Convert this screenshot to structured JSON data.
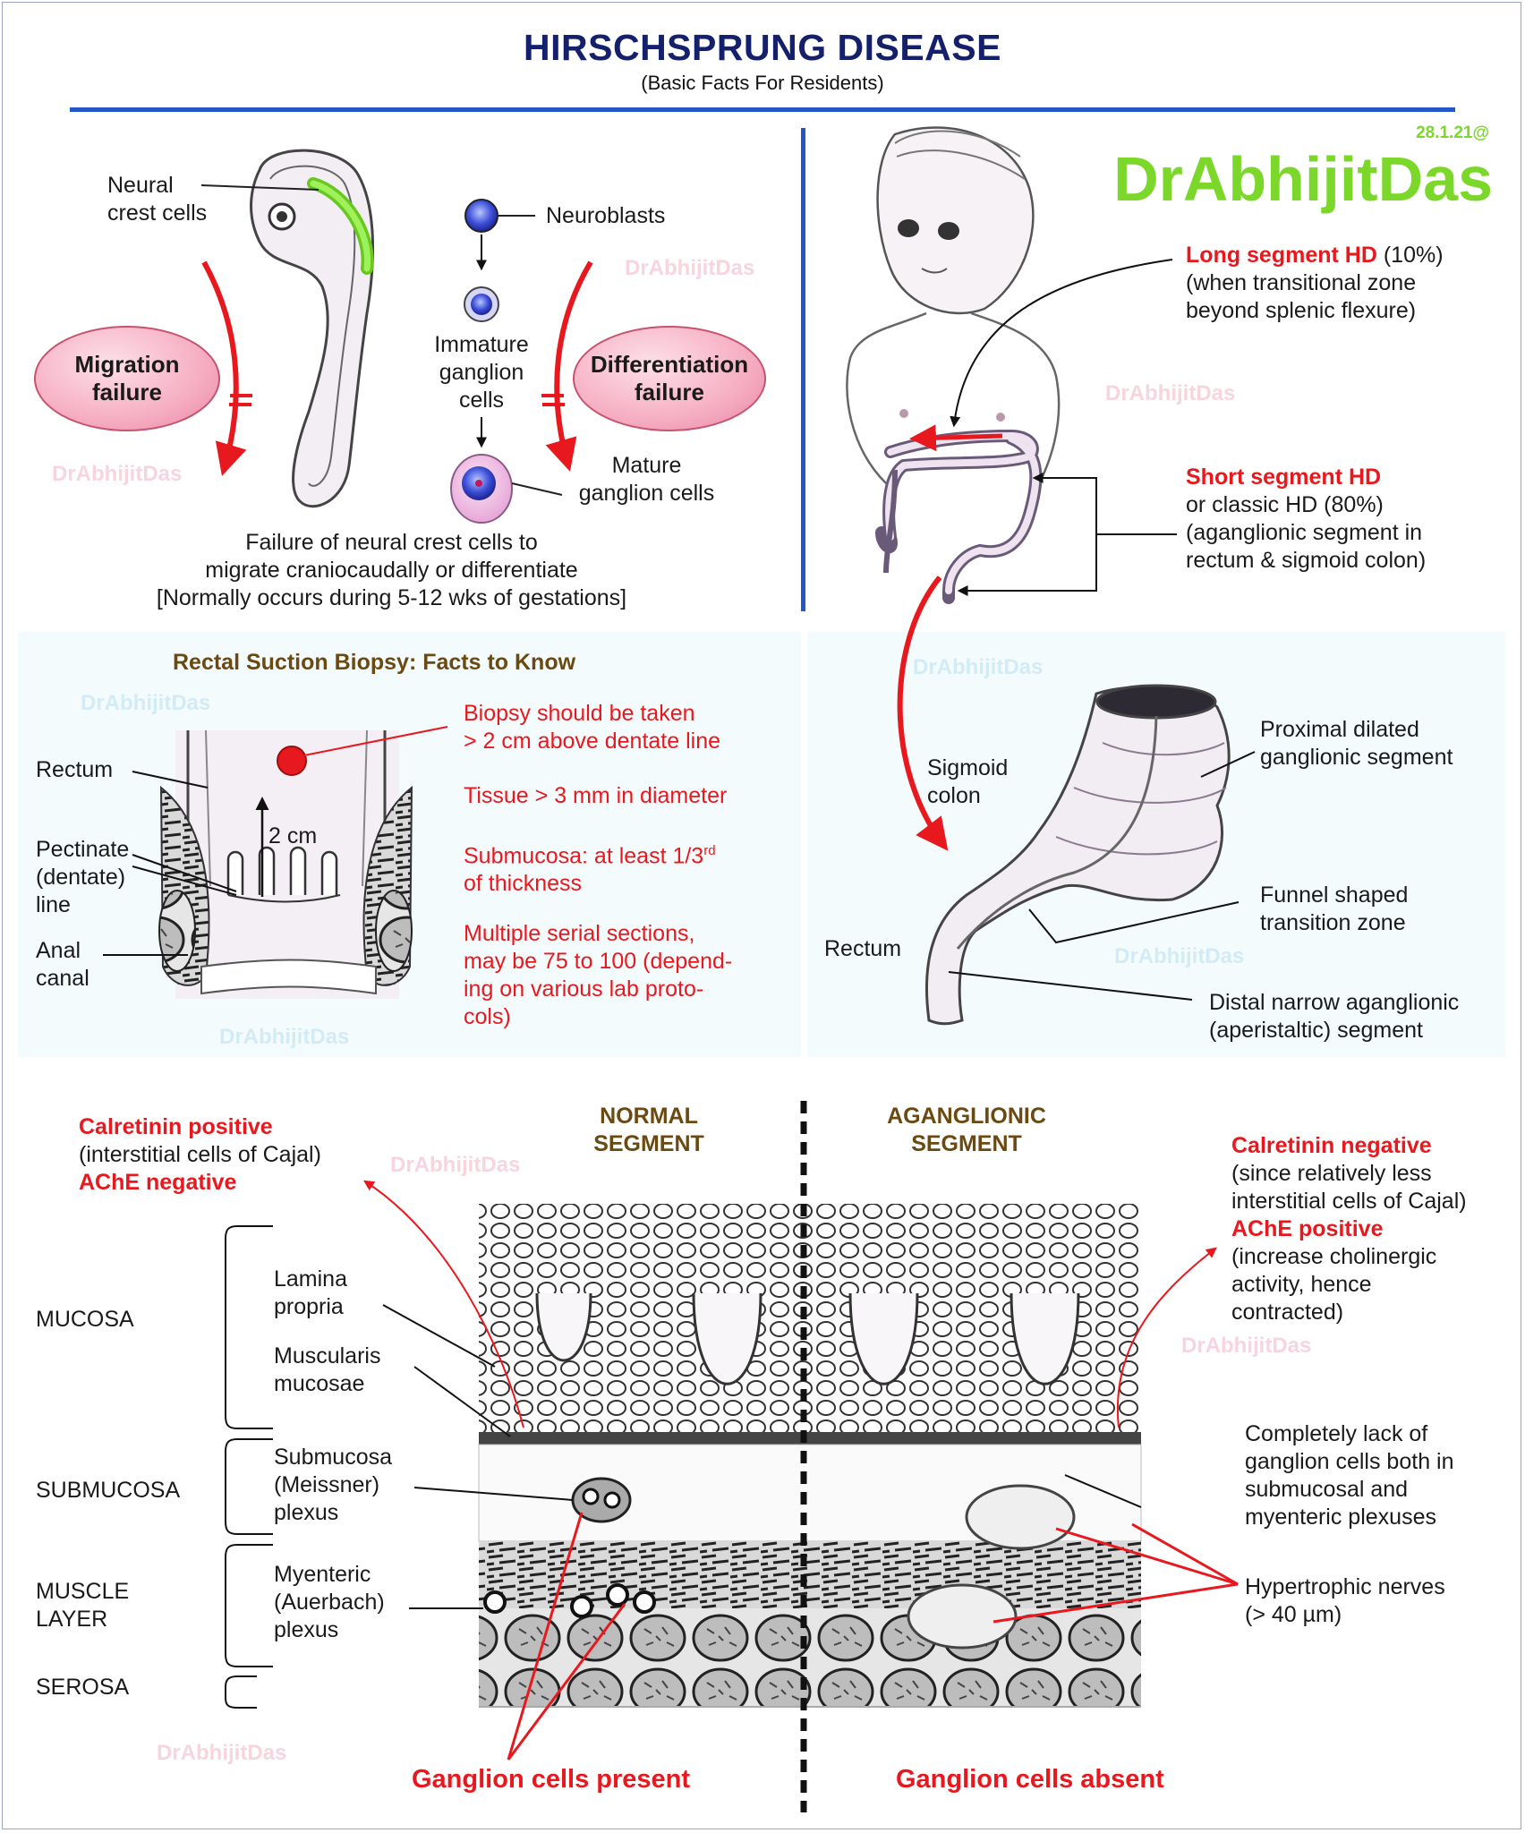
{
  "header": {
    "title": "HIRSCHSPRUNG DISEASE",
    "subtitle": "(Basic Facts For Residents)",
    "brand": "DrAbhijitDas",
    "date": "28.1.21@",
    "watermark": "DrAbhijitDas"
  },
  "embryology": {
    "neural_crest_label": "Neural\ncrest cells",
    "neuroblasts": "Neuroblasts",
    "immature": "Immature\nganglion\ncells",
    "mature": "Mature\nganglion cells",
    "migration_failure": "Migration\nfailure",
    "differentiation_failure": "Differentiation\nfailure",
    "caption": "Failure of neural crest cells to\nmigrate craniocaudally or differentiate\n[Normally occurs during 5-12 wks of gestations]"
  },
  "classification": {
    "long_title": "Long segment HD",
    "long_pct": " (10%)",
    "long_desc": "(when transitional zone\nbeyond splenic flexure)",
    "short_title": "Short segment HD",
    "short_desc": "or classic HD (80%)\n(aganglionic segment in\nrectum & sigmoid colon)"
  },
  "biopsy": {
    "heading": "Rectal Suction Biopsy: Facts to Know",
    "rectum": "Rectum",
    "pectinate": "Pectinate\n(dentate)\nline",
    "anal": "Anal\ncanal",
    "distance": "2 cm",
    "fact1": "Biopsy should be taken\n> 2 cm above dentate line",
    "fact2": "Tissue >  3 mm in diameter",
    "fact3a": "Submucosa:   at least 1/3",
    "fact3sup": "rd",
    "fact3b": "of thickness",
    "fact4": "Multiple serial sections,\nmay be 75 to 100 (depend-\ning on various lab proto-\ncols)"
  },
  "colon": {
    "sigmoid": "Sigmoid\ncolon",
    "rectum": "Rectum",
    "proximal": "Proximal dilated\nganglionic segment",
    "funnel": "Funnel shaped\ntransition zone",
    "distal": "Distal narrow aganglionic\n(aperistaltic) segment"
  },
  "histology": {
    "normal_hdr": "NORMAL\nSEGMENT",
    "agang_hdr": "AGANGLIONIC\nSEGMENT",
    "left_pos": "Calretinin positive",
    "left_pos_note": "(interstitial cells of Cajal)",
    "left_neg": "AChE negative",
    "right_neg": "Calretinin negative",
    "right_neg_note": "(since relatively less\ninterstitial cells of Cajal)",
    "right_pos": "AChE positive",
    "right_pos_note": "(increase cholinergic\nactivity, hence\ncontracted)",
    "layers": [
      "MUCOSA",
      "SUBMUCOSA",
      "MUSCLE\nLAYER",
      "SEROSA"
    ],
    "lamina": "Lamina\npropria",
    "muscularis": "Muscularis\nmucosae",
    "submucosa_plexus": "Submucosa\n(Meissner)\nplexus",
    "myenteric": "Myenteric\n(Auerbach)\nplexus",
    "lack": "Completely lack of\nganglion cells both in\nsubmucosal and\nmyenteric plexuses",
    "hypertrophic": "Hypertrophic nerves\n(> 40 µm)",
    "present": "Ganglion cells present",
    "absent": "Ganglion cells absent"
  },
  "colors": {
    "title": "#15206d",
    "accent_red": "#e8191e",
    "brand_green": "#7bd82a",
    "rule_blue": "#2556c7",
    "header_brown": "#6b4a12"
  }
}
